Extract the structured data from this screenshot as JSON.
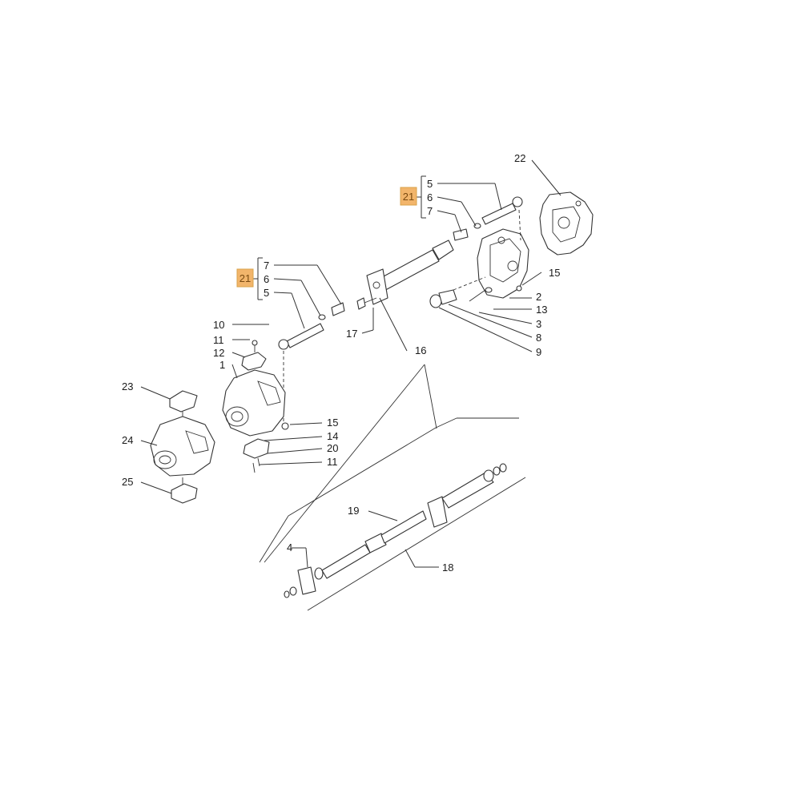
{
  "colors": {
    "line": "#333333",
    "highlight": "#f2b56b",
    "text": "#1a1a1a"
  },
  "highlight_labels": [
    "21",
    "21"
  ],
  "group_top": {
    "labels": [
      "5",
      "6",
      "7"
    ]
  },
  "group_left": {
    "labels": [
      "7",
      "6",
      "5"
    ]
  },
  "callouts": [
    "22",
    "15",
    "2",
    "13",
    "3",
    "8",
    "9",
    "17",
    "16",
    "10",
    "11",
    "12",
    "1",
    "23",
    "24",
    "25",
    "15",
    "14",
    "20",
    "11",
    "19",
    "4",
    "18"
  ]
}
